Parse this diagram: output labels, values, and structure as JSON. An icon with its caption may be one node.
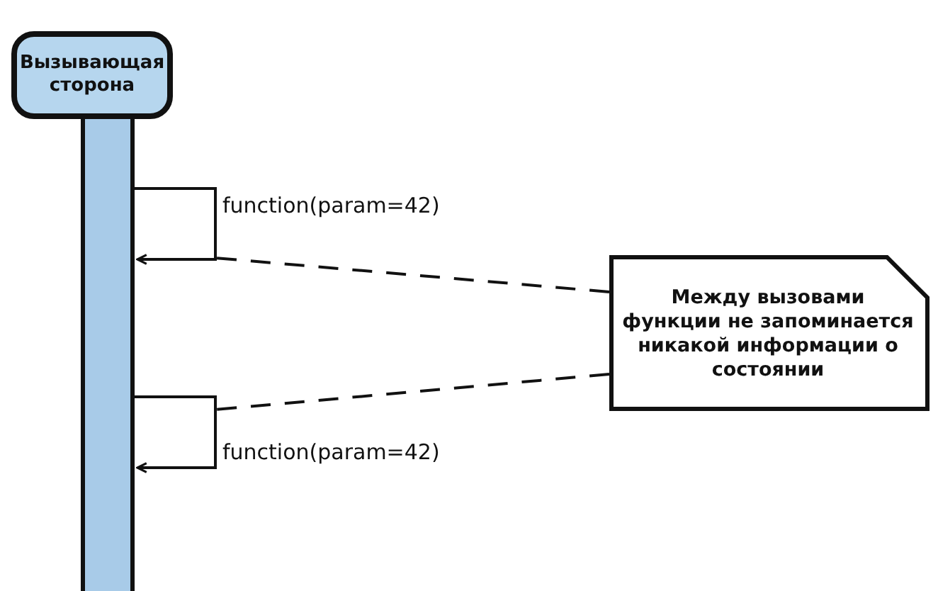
{
  "diagram": {
    "nodes": [
      {
        "text": [
          "Вызывающая сторона"
        ]
      },
      {
        "text": [],
        "shape": "bar"
      },
      {
        "text": [
          "Между вызовами функции не запоминается никакой информации о состоянии"
        ]
      }
    ],
    "edges": [
      {
        "from": 1,
        "to": 1,
        "arrow": "to",
        "label": "function(param=42)"
      },
      {
        "from": 2,
        "to": null,
        "arrow": "none",
        "style": "dashed"
      },
      {
        "from": 2,
        "to": null,
        "arrow": "none",
        "style": "dashed"
      },
      {
        "from": 1,
        "to": 1,
        "arrow": "to",
        "label": "function(param=42)"
      }
    ]
  }
}
